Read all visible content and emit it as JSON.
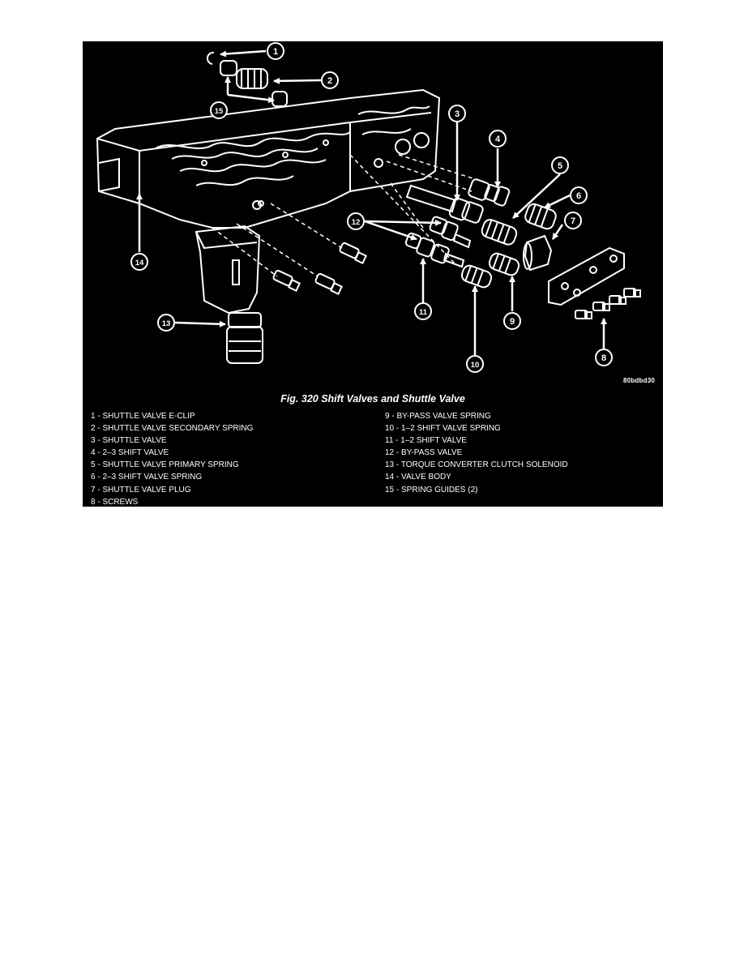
{
  "figure": {
    "id_code": "80bdbd30",
    "title": "Fig. 320 Shift Valves and Shuttle Valve"
  },
  "callouts": [
    "1",
    "2",
    "3",
    "4",
    "5",
    "6",
    "7",
    "8",
    "9",
    "10",
    "11",
    "12",
    "13",
    "14",
    "15"
  ],
  "legend": {
    "left": [
      "1 - SHUTTLE VALVE E-CLIP",
      "2 - SHUTTLE VALVE SECONDARY SPRING",
      "3 - SHUTTLE VALVE",
      "4 - 2–3 SHIFT VALVE",
      "5 - SHUTTLE VALVE PRIMARY SPRING",
      "6 - 2–3 SHIFT VALVE SPRING",
      "7 - SHUTTLE VALVE PLUG",
      "8 - SCREWS"
    ],
    "right": [
      "9 - BY-PASS VALVE SPRING",
      "10 - 1–2 SHIFT VALVE SPRING",
      "11 - 1–2 SHIFT VALVE",
      "12 - BY-PASS VALVE",
      "13 - TORQUE CONVERTER CLUTCH SOLENOID",
      "14 - VALVE BODY",
      "15 - SPRING GUIDES (2)"
    ]
  }
}
